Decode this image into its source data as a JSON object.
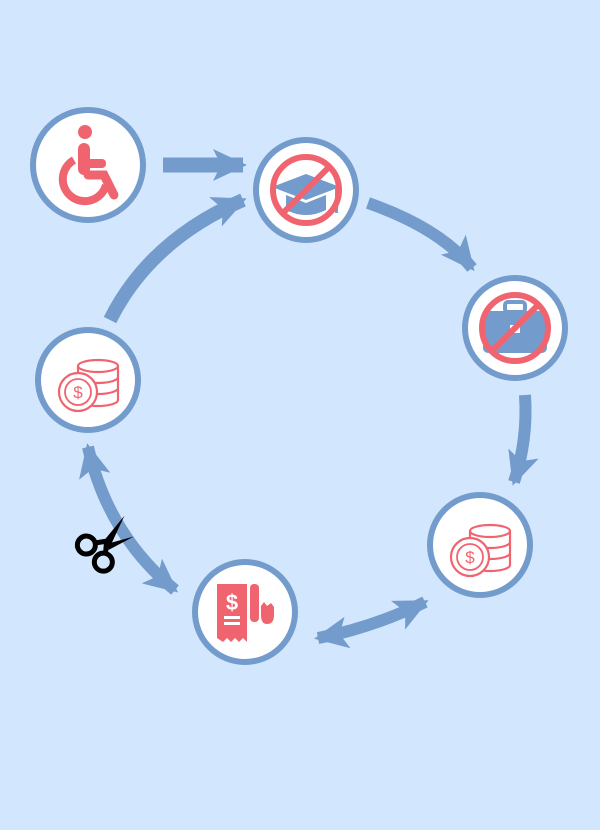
{
  "colors": {
    "background": "#d2e7fd",
    "ring": "#739ccc",
    "arrow": "#739ccc",
    "icon": "#f06470",
    "node_fill": "#ffffff",
    "scissors": "#000000"
  },
  "nodes": [
    {
      "id": "disability",
      "icon": "wheelchair-icon"
    },
    {
      "id": "no-education",
      "icon": "no-graduation-cap-icon"
    },
    {
      "id": "no-employment",
      "icon": "no-briefcase-icon"
    },
    {
      "id": "money-right",
      "icon": "coins-icon"
    },
    {
      "id": "benefits",
      "icon": "receipt-icon"
    },
    {
      "id": "money-left",
      "icon": "coins-icon"
    }
  ],
  "annotations": {
    "cut_icon": "scissors-icon"
  }
}
